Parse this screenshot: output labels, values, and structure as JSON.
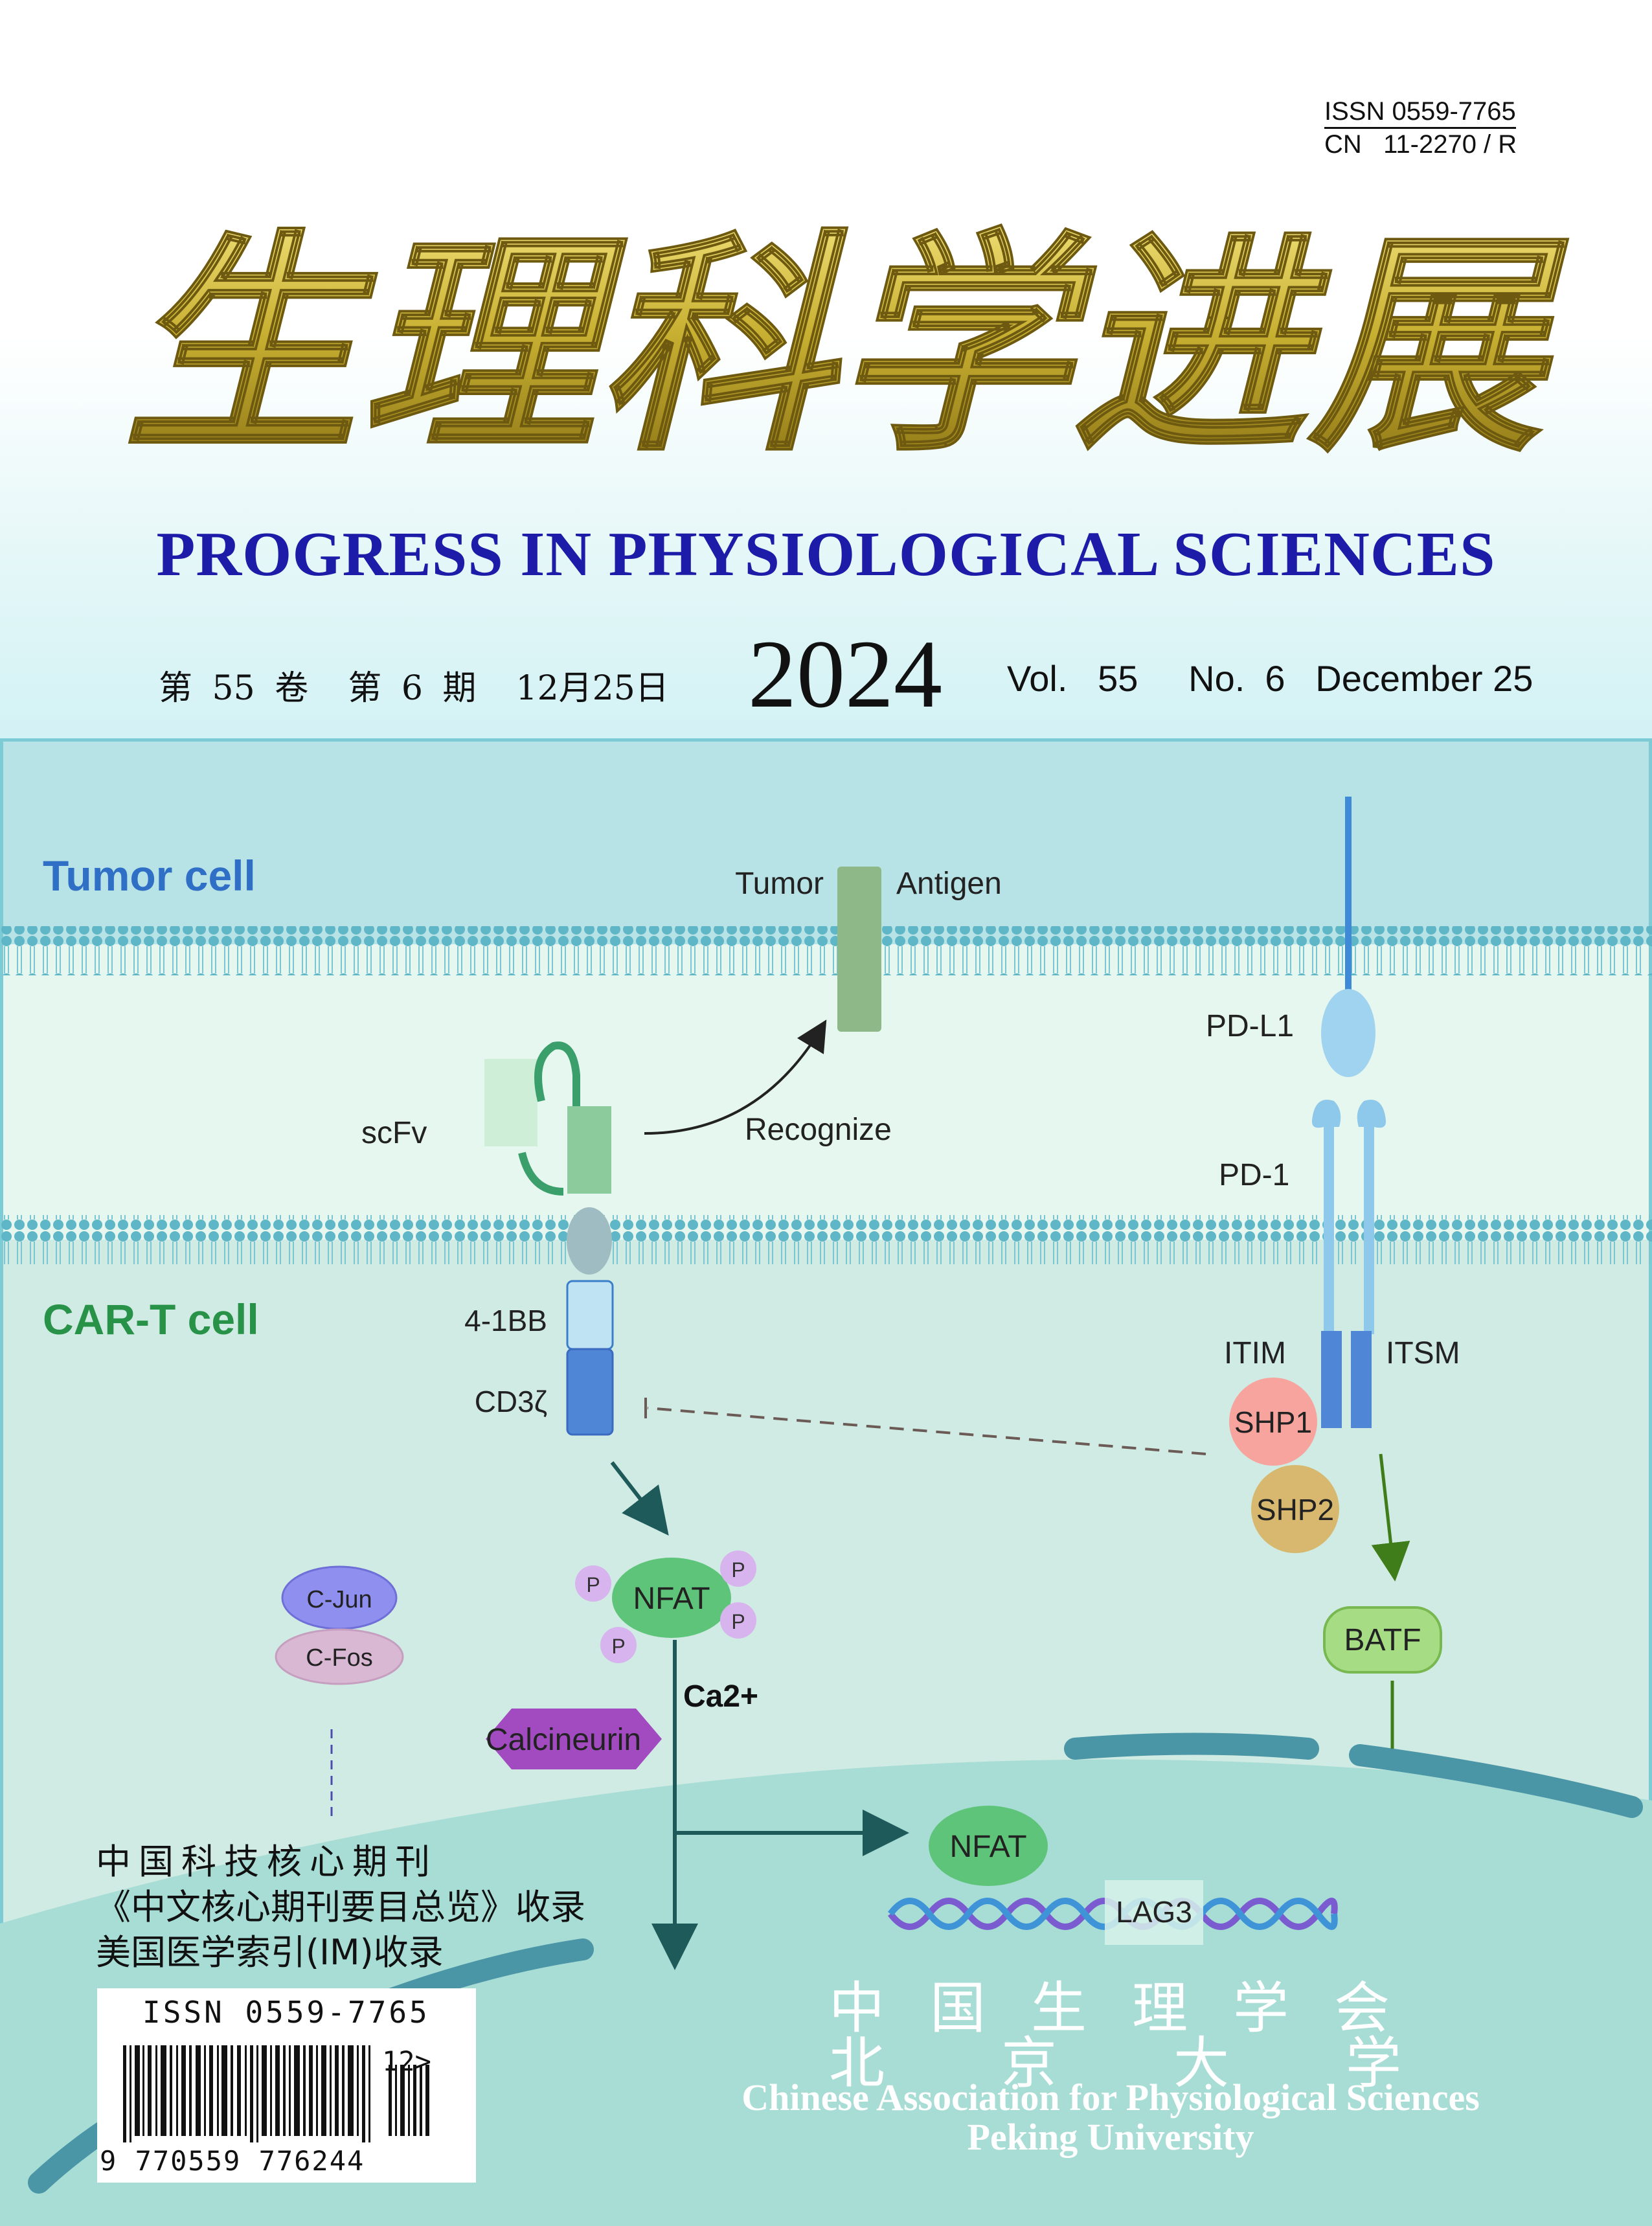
{
  "issn_top": {
    "issn": "ISSN 0559-7765",
    "cn": "CN   11-2270 / R"
  },
  "title_cn": "生理科学进展",
  "title_en": "PROGRESS IN PHYSIOLOGICAL SCIENCES",
  "issue": {
    "cn": "第 55 卷  第 6 期  12月25日",
    "year": "2024",
    "en": "Vol.   55     No.  6   December 25"
  },
  "figure": {
    "tumor_cell": "Tumor cell",
    "cart_cell": "CAR-T cell",
    "tumor": "Tumor",
    "antigen": "Antigen",
    "scfv": "scFv",
    "recognize": "Recognize",
    "pdl1": "PD-L1",
    "pd1": "PD-1",
    "bb": "4-1BB",
    "cd3z": "CD3ζ",
    "itim": "ITIM",
    "itsm": "ITSM",
    "shp1": "SHP1",
    "shp2": "SHP2",
    "cjun": "C-Jun",
    "cfos": "C-Fos",
    "nfat": "NFAT",
    "p": "P",
    "ca": "Ca2+",
    "calcineurin": "Calcineurin",
    "batf": "BATF",
    "lag3": "LAG3"
  },
  "footer_cn": [
    "中国科技核心期刊",
    "《中文核心期刊要目总览》收录",
    "美国医学索引(IM)收录"
  ],
  "barcode": {
    "issn": "ISSN 0559-7765",
    "ext": "12>",
    "number": "9 770559 776244"
  },
  "publisher": {
    "cn1": "中国生理学会",
    "cn2": "北京大学",
    "en1": "Chinese Association for Physiological Sciences",
    "en2": "Peking University"
  },
  "colors": {
    "title_gold": "#c8b032",
    "title_blue": "#1c1ca8",
    "tumor_blue": "#2f6fc6",
    "cart_green": "#279248",
    "membrane": "#5fb6c7",
    "nucleus": "#a8ddd6"
  }
}
